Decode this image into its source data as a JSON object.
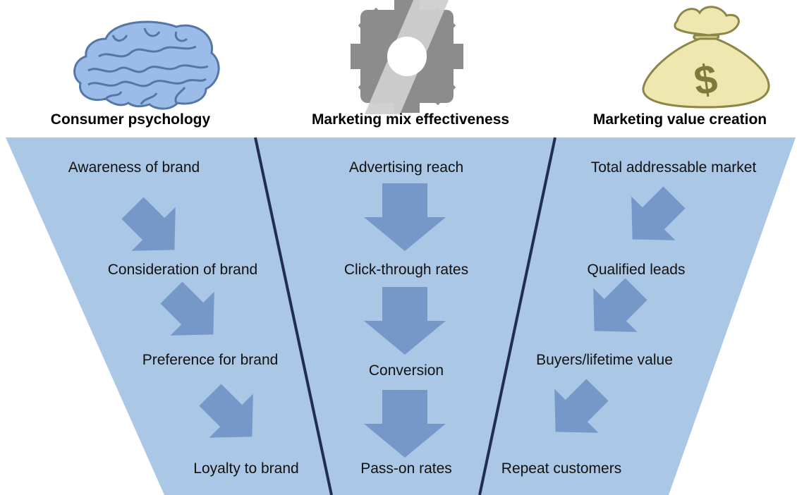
{
  "colors": {
    "funnel_fill": "#abc7e6",
    "arrow_fill": "#7598c9",
    "divider": "#1f2d57",
    "brain_fill": "#9bbce8",
    "brain_stroke": "#5577a8",
    "gear_dark": "#8c8c8c",
    "gear_light": "#cfcfcf",
    "bag_fill": "#eee7b0",
    "bag_stroke": "#8d8649",
    "dollar_fill": "#7f7a3c"
  },
  "columns": [
    {
      "title": "Consumer psychology",
      "icon": "brain-icon",
      "stages": [
        "Awareness of brand",
        "Consideration of brand",
        "Preference for brand",
        "Loyalty to brand"
      ]
    },
    {
      "title": "Marketing mix effectiveness",
      "icon": "gear-icon",
      "stages": [
        "Advertising reach",
        "Click-through rates",
        "Conversion",
        "Pass-on rates"
      ]
    },
    {
      "title": "Marketing value creation",
      "icon": "money-bag-icon",
      "stages": [
        "Total addressable market",
        "Qualified leads",
        "Buyers/lifetime value",
        "Repeat customers"
      ]
    }
  ]
}
